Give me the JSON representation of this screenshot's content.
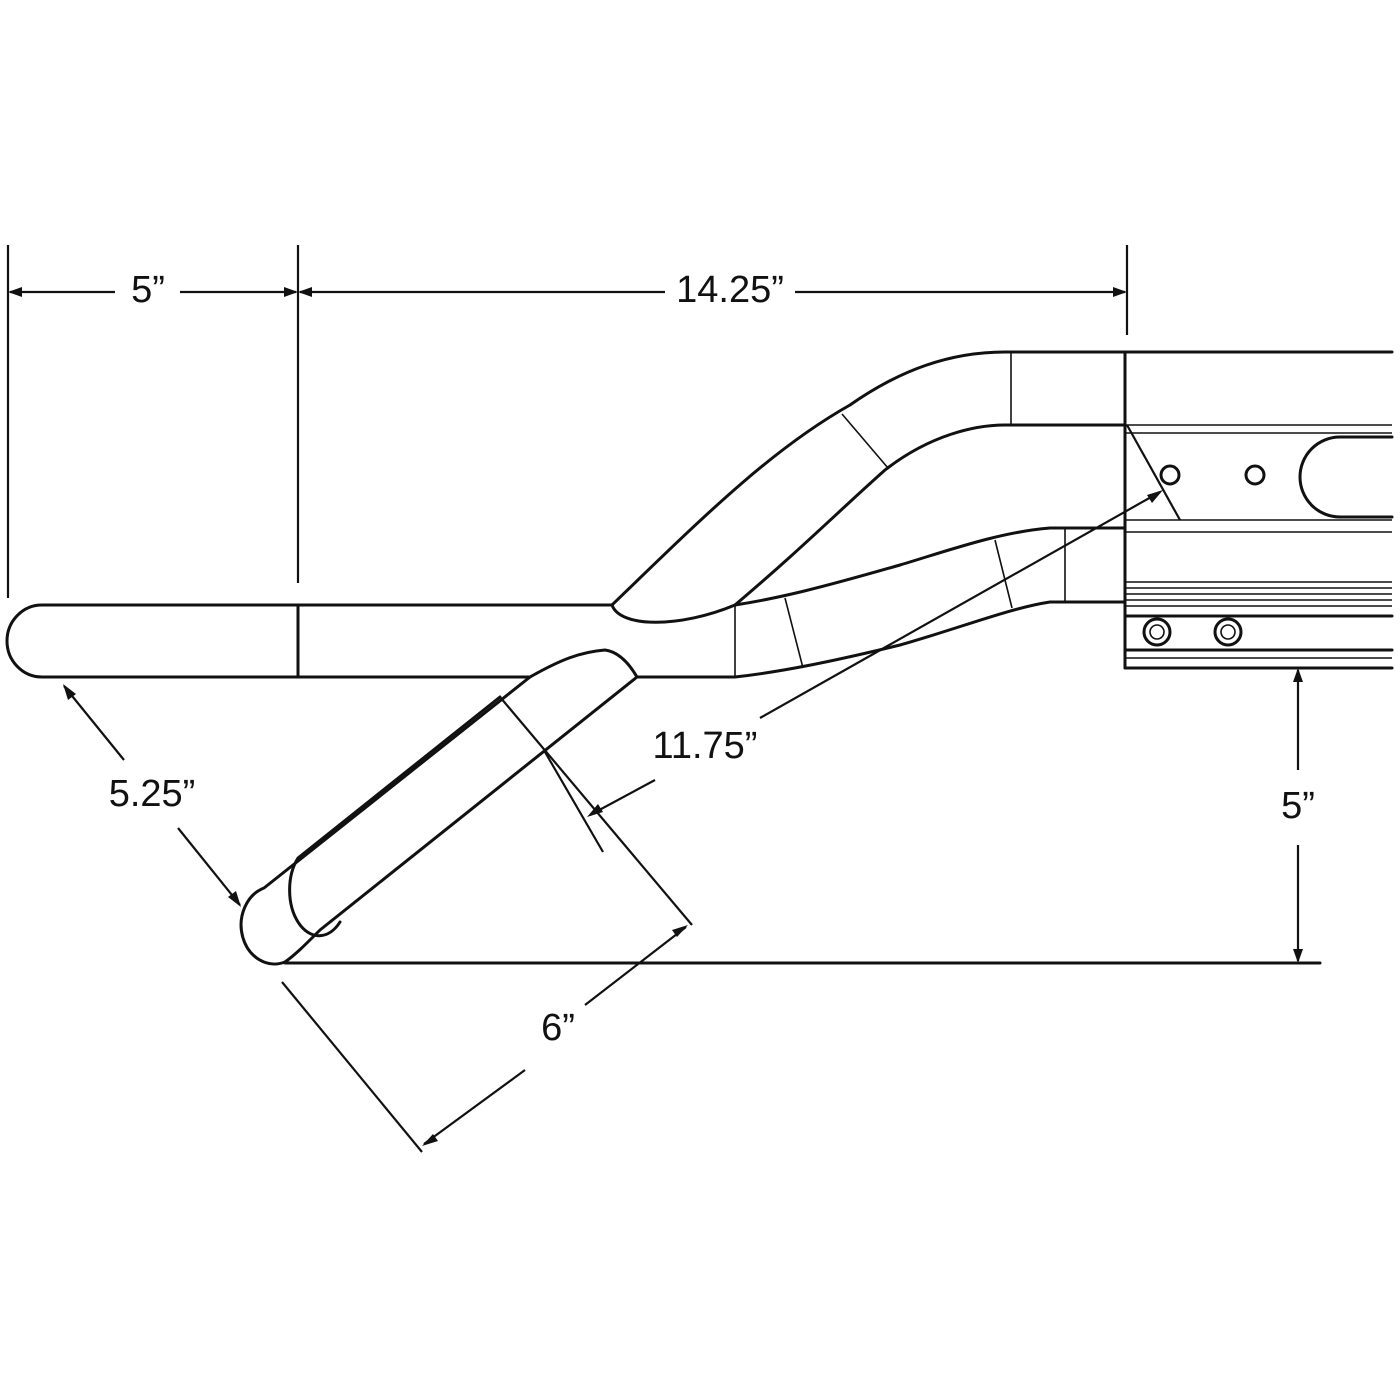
{
  "dimensions": {
    "left_straight": "5”",
    "mid_run": "14.25”",
    "branch_diagonal": "5.25”",
    "cross_span": "11.75”",
    "branch_width": "6”",
    "right_drop": "5”"
  }
}
